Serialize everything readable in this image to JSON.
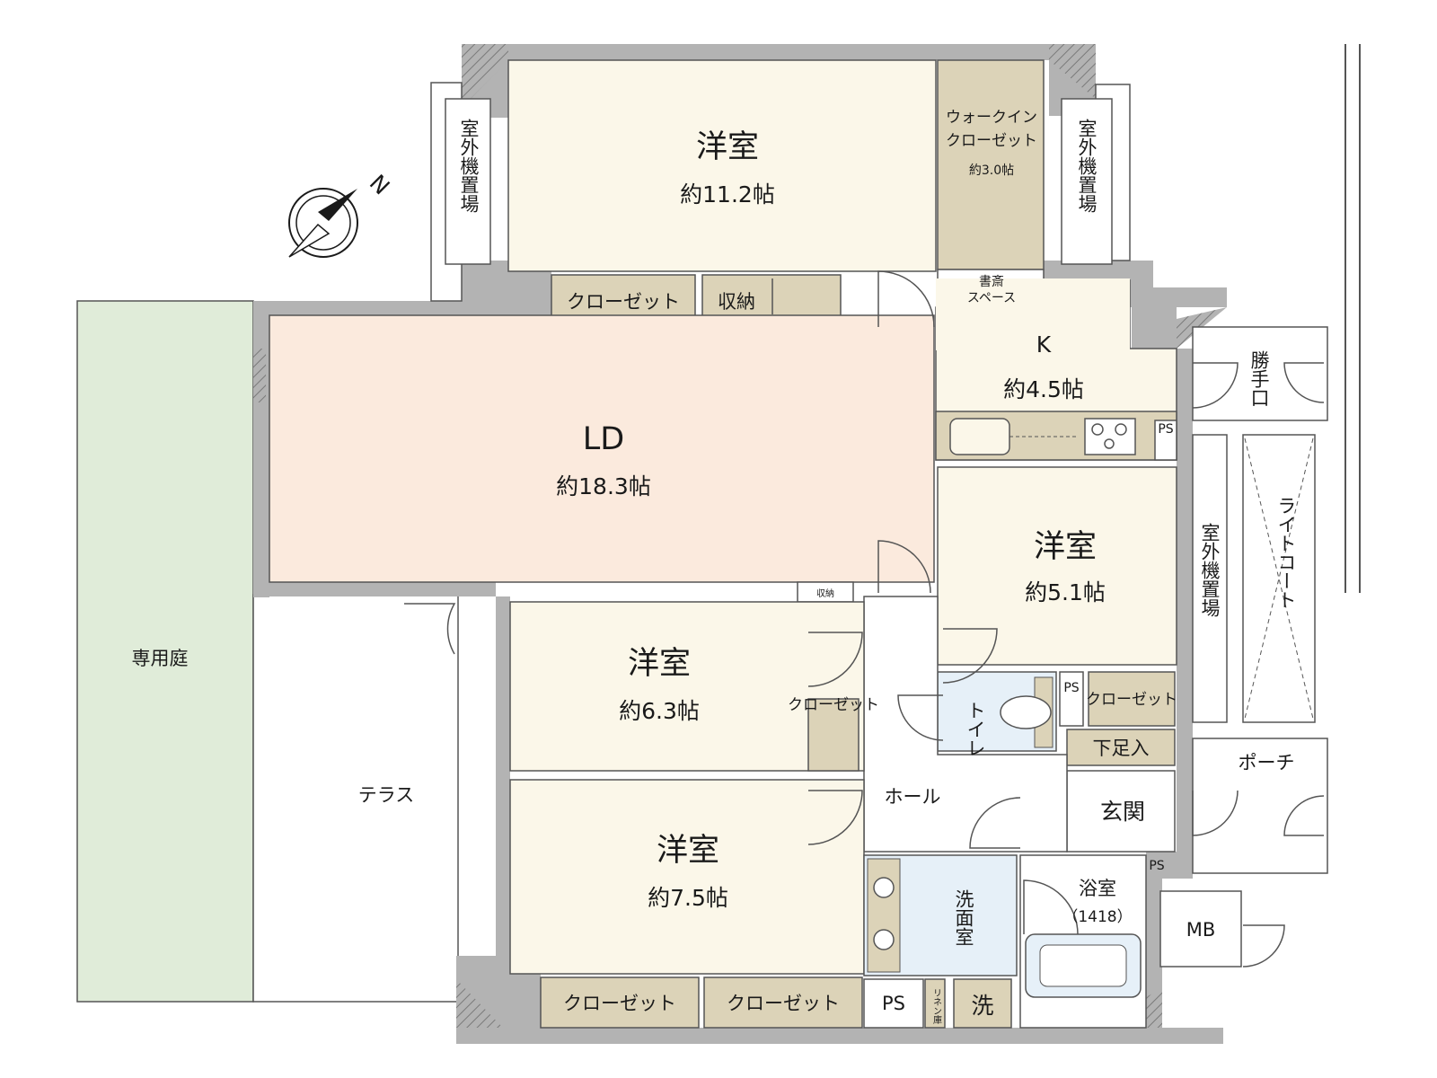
{
  "compass": {
    "north_label": "N"
  },
  "rooms": {
    "yoshitsu_11": {
      "name": "洋室",
      "area": "約11.2帖"
    },
    "walkin": {
      "name_line1": "ウォークイン",
      "name_line2": "クローゼット",
      "area": "約3.0帖"
    },
    "shosai": {
      "line1": "書斎",
      "line2": "スペース"
    },
    "ld": {
      "name": "LD",
      "area": "約18.3帖"
    },
    "kitchen": {
      "name": "K",
      "area": "約4.5帖"
    },
    "yoshitsu_5": {
      "name": "洋室",
      "area": "約5.1帖"
    },
    "yoshitsu_6": {
      "name": "洋室",
      "area": "約6.3帖"
    },
    "yoshitsu_7": {
      "name": "洋室",
      "area": "約7.5帖"
    },
    "senyoutei": {
      "name": "専用庭"
    },
    "terrace": {
      "name": "テラス"
    },
    "hall": {
      "name": "ホール"
    },
    "genkan": {
      "name": "玄関"
    },
    "toilet": {
      "name": "トイレ"
    },
    "senmen": {
      "name": "洗面室"
    },
    "yokushitsu": {
      "name": "浴室",
      "size": "（1418）"
    },
    "porch": {
      "name": "ポーチ"
    },
    "katte": {
      "name": "勝手口"
    },
    "lightcourt": {
      "name": "ライトコート"
    },
    "mb": {
      "name": "MB"
    }
  },
  "storage": {
    "closet_top": "クローゼット",
    "shuno_top": "収納",
    "shuno_small": "収納",
    "closet_6": "クローゼット",
    "closet_5": "クローゼット",
    "getabako": "下足入",
    "closet_bottom_1": "クローゼット",
    "closet_bottom_2": "クローゼット",
    "linen": "リネン庫",
    "sentaku": "洗"
  },
  "service": {
    "ac_left": "室外機置場",
    "ac_top_right": "室外機置場",
    "ac_right": "室外機置場",
    "ps_kitchen": "PS",
    "ps_toilet": "PS",
    "ps_bath": "PS",
    "ps_bottom": "PS"
  },
  "colors": {
    "wall": "#b3b3b3",
    "wall_dark": "#8a8a8a",
    "garden": "#e0ecd9",
    "ld_floor": "#fbeadd",
    "room_floor": "#fbf7e9",
    "storage": "#dcd3b8",
    "wet_area": "#e6f0f8",
    "outline": "#555555"
  }
}
